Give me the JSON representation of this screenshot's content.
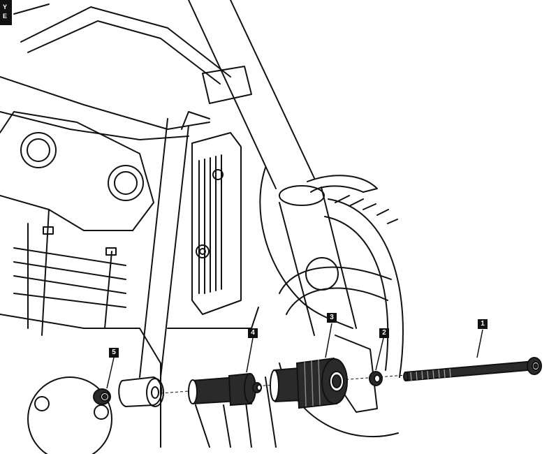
{
  "corner_badge": {
    "line1": "Y",
    "line2": "E"
  },
  "callouts": [
    {
      "id": "1",
      "label": "1"
    },
    {
      "id": "2",
      "label": "2"
    },
    {
      "id": "3",
      "label": "3"
    },
    {
      "id": "4",
      "label": "4"
    },
    {
      "id": "5",
      "label": "5"
    }
  ],
  "colors": {
    "line": "#111111",
    "part_fill": "#2a2a2a",
    "background": "#ffffff"
  }
}
